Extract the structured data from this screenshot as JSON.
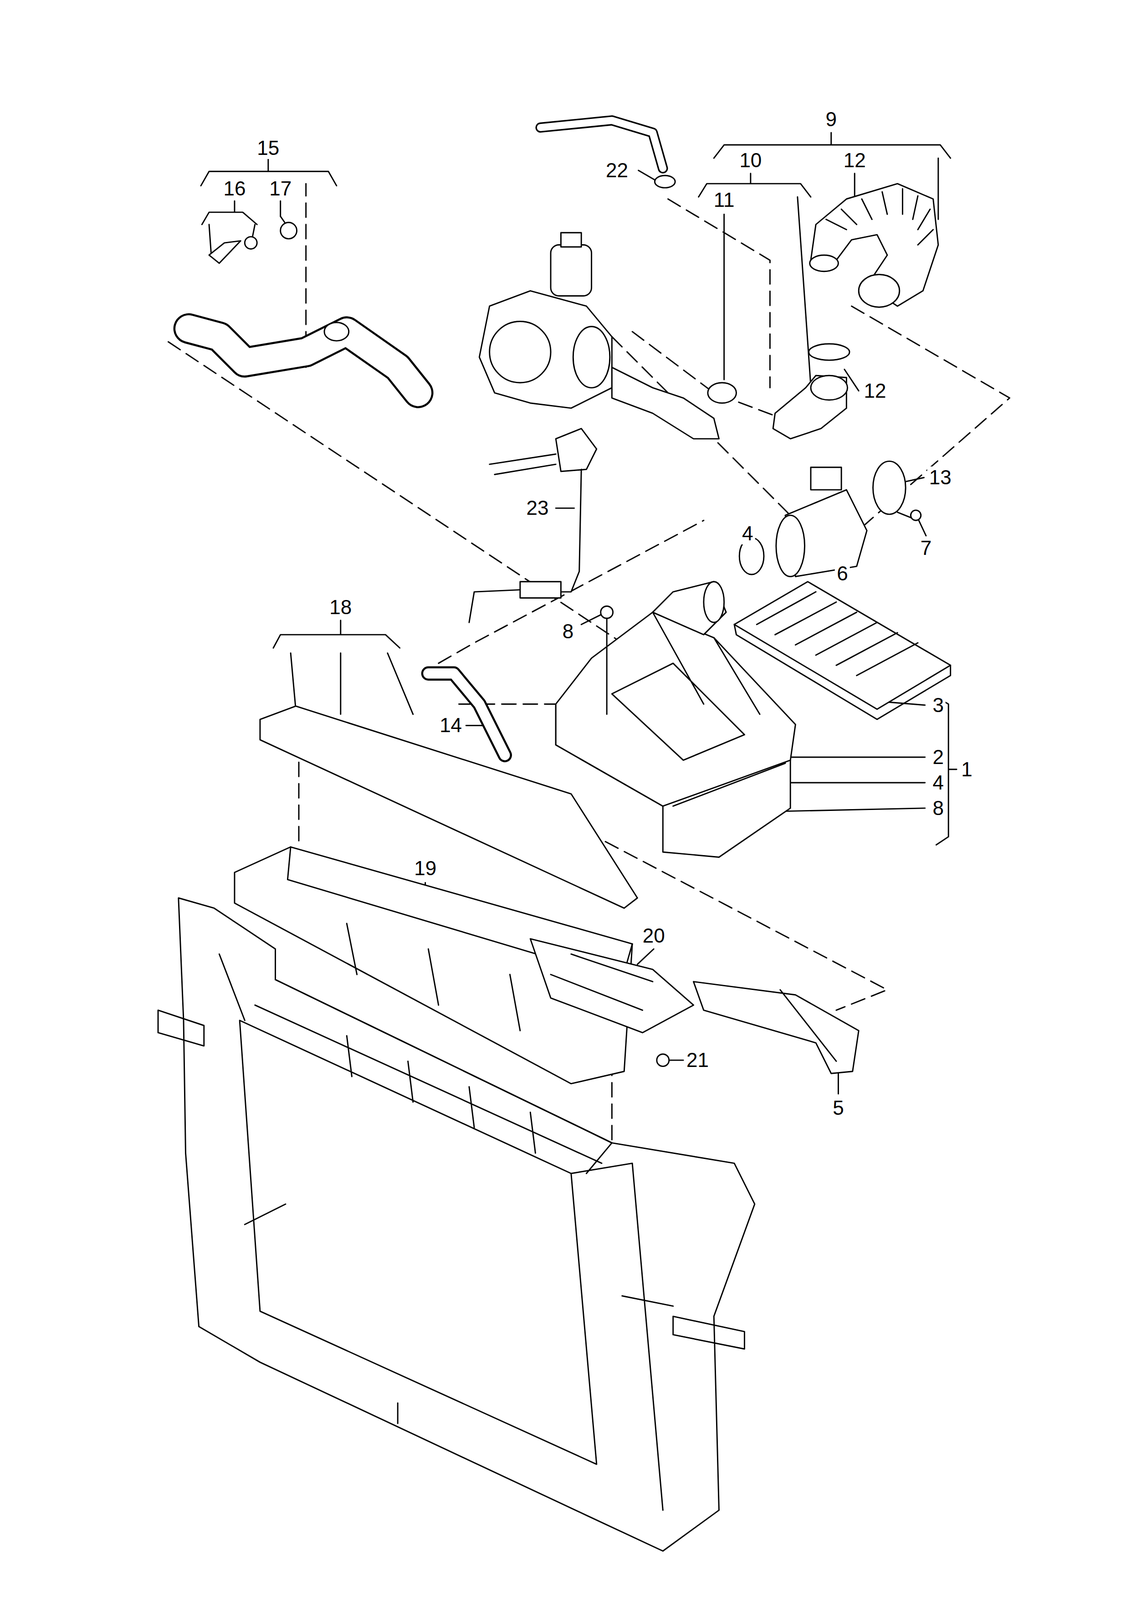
{
  "diagram": {
    "labels": [
      "15",
      "16",
      "17",
      "22",
      "9",
      "10",
      "12",
      "11",
      "12",
      "13",
      "7",
      "23",
      "4",
      "6",
      "18",
      "8",
      "14",
      "3",
      "2",
      "1",
      "4",
      "8",
      "19",
      "20",
      "21",
      "5"
    ]
  }
}
